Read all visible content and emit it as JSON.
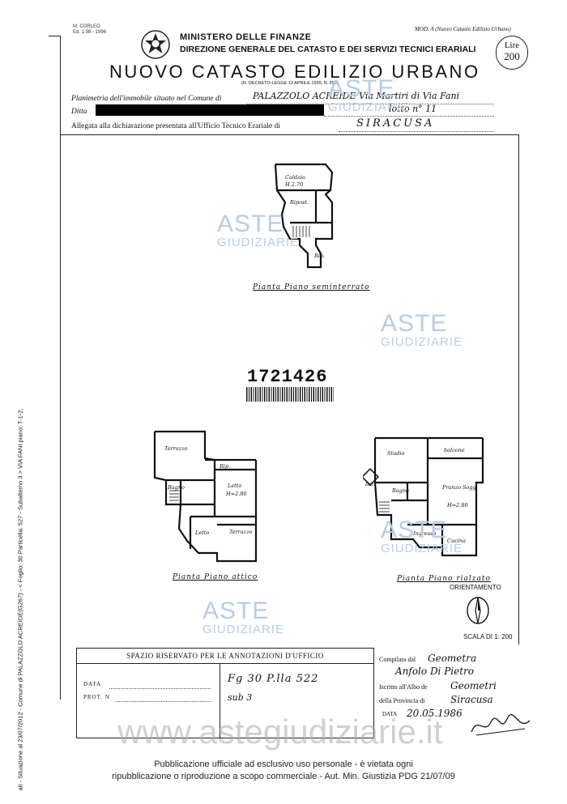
{
  "header": {
    "top_left_stamp_line1": "M. CORLEO",
    "top_left_stamp_line2": "Ed. 1.98 - 1996",
    "mod_label": "MOD. A (Nuovo Catasto Edilizio Urbano)",
    "ministry": "MINISTERO DELLE FINANZE",
    "direzione": "DIREZIONE GENERALE DEL CATASTO E DEI SERVIZI TECNICI ERARIALI",
    "title": "NUOVO CATASTO EDILIZIO URBANO",
    "decree": "(R. DECRETO-LEGGE 13 APRILE 1939, N. 652)",
    "lire_label": "Lire",
    "lire_value": "200"
  },
  "form_fields": {
    "planimetria_label": "Planimetria dell'immobile situato nel Comune di",
    "planimetria_value": "PALAZZOLO ACREIDE Via Martiri di Via Fani",
    "ditta_label": "Ditta",
    "lotto_value": "lotto n° 11",
    "allegata_label": "Allegata alla dichiarazione presentata all'Ufficio Tecnico Erariale di",
    "allegata_value": "SIRACUSA"
  },
  "plans": {
    "seminterrato_label": "Pianta Piano seminterrato",
    "attico_label": "Pianta Piano attico",
    "rialzato_label": "Pianta Piano rialzato",
    "rooms_seminterrato": [
      "Caldaia",
      "H 2.70",
      "Ripost.",
      "Rip."
    ],
    "rooms_attico": [
      "Terrazzo",
      "Rip.",
      "Letto",
      "H=2.80",
      "Bagno",
      "Letto",
      "Terrazzo"
    ],
    "rooms_rialzato": [
      "Studio",
      "balcone",
      "bal.",
      "Bagno",
      "Pranzo Sogg.",
      "H=2.80",
      "Ingresso",
      "Cucina"
    ]
  },
  "barcode_number": "1721426",
  "orientamento_label": "ORIENTAMENTO",
  "scala_label": "SCALA DI 1: 200",
  "annotations": {
    "header": "SPAZIO RISERVATO PER LE ANNOTAZIONI D'UFFICIO",
    "data_label": "DATA",
    "prot_label": "PROT. N",
    "handwritten_line1": "Fg 30 P.lla 522",
    "handwritten_line2": "sub 3"
  },
  "compilata": {
    "compilata_label": "Compilata dal",
    "compilata_value": "Geometra",
    "name_value": "Anfolo Di Pietro",
    "iscritto_label": "Iscritto all'Albo de",
    "iscritto_value": "Geometri",
    "provincia_label": "della Provincia di",
    "provincia_value": "Siracusa",
    "data_label": "DATA",
    "data_value": "20.05.1986"
  },
  "side_text": "ati - Situazione al 23/07/2012 - Comune di PALAZZOLO ACREIDE(G267) - < Foglio: 30 Particella: 527 - Subalterno 3 > VIA FANI piano: T-1-2;",
  "watermarks": {
    "aste": "ASTE",
    "giudiziarie": "GIUDIZIARIE",
    "url": "www.astegiudiziarie.it"
  },
  "footer": {
    "line1": "Pubblicazione ufficiale ad esclusivo uso personale - è vietata ogni",
    "line2": "ripubblicazione o riproduzione a scopo commerciale - Aut. Min. Giustizia PDG 21/07/09"
  }
}
